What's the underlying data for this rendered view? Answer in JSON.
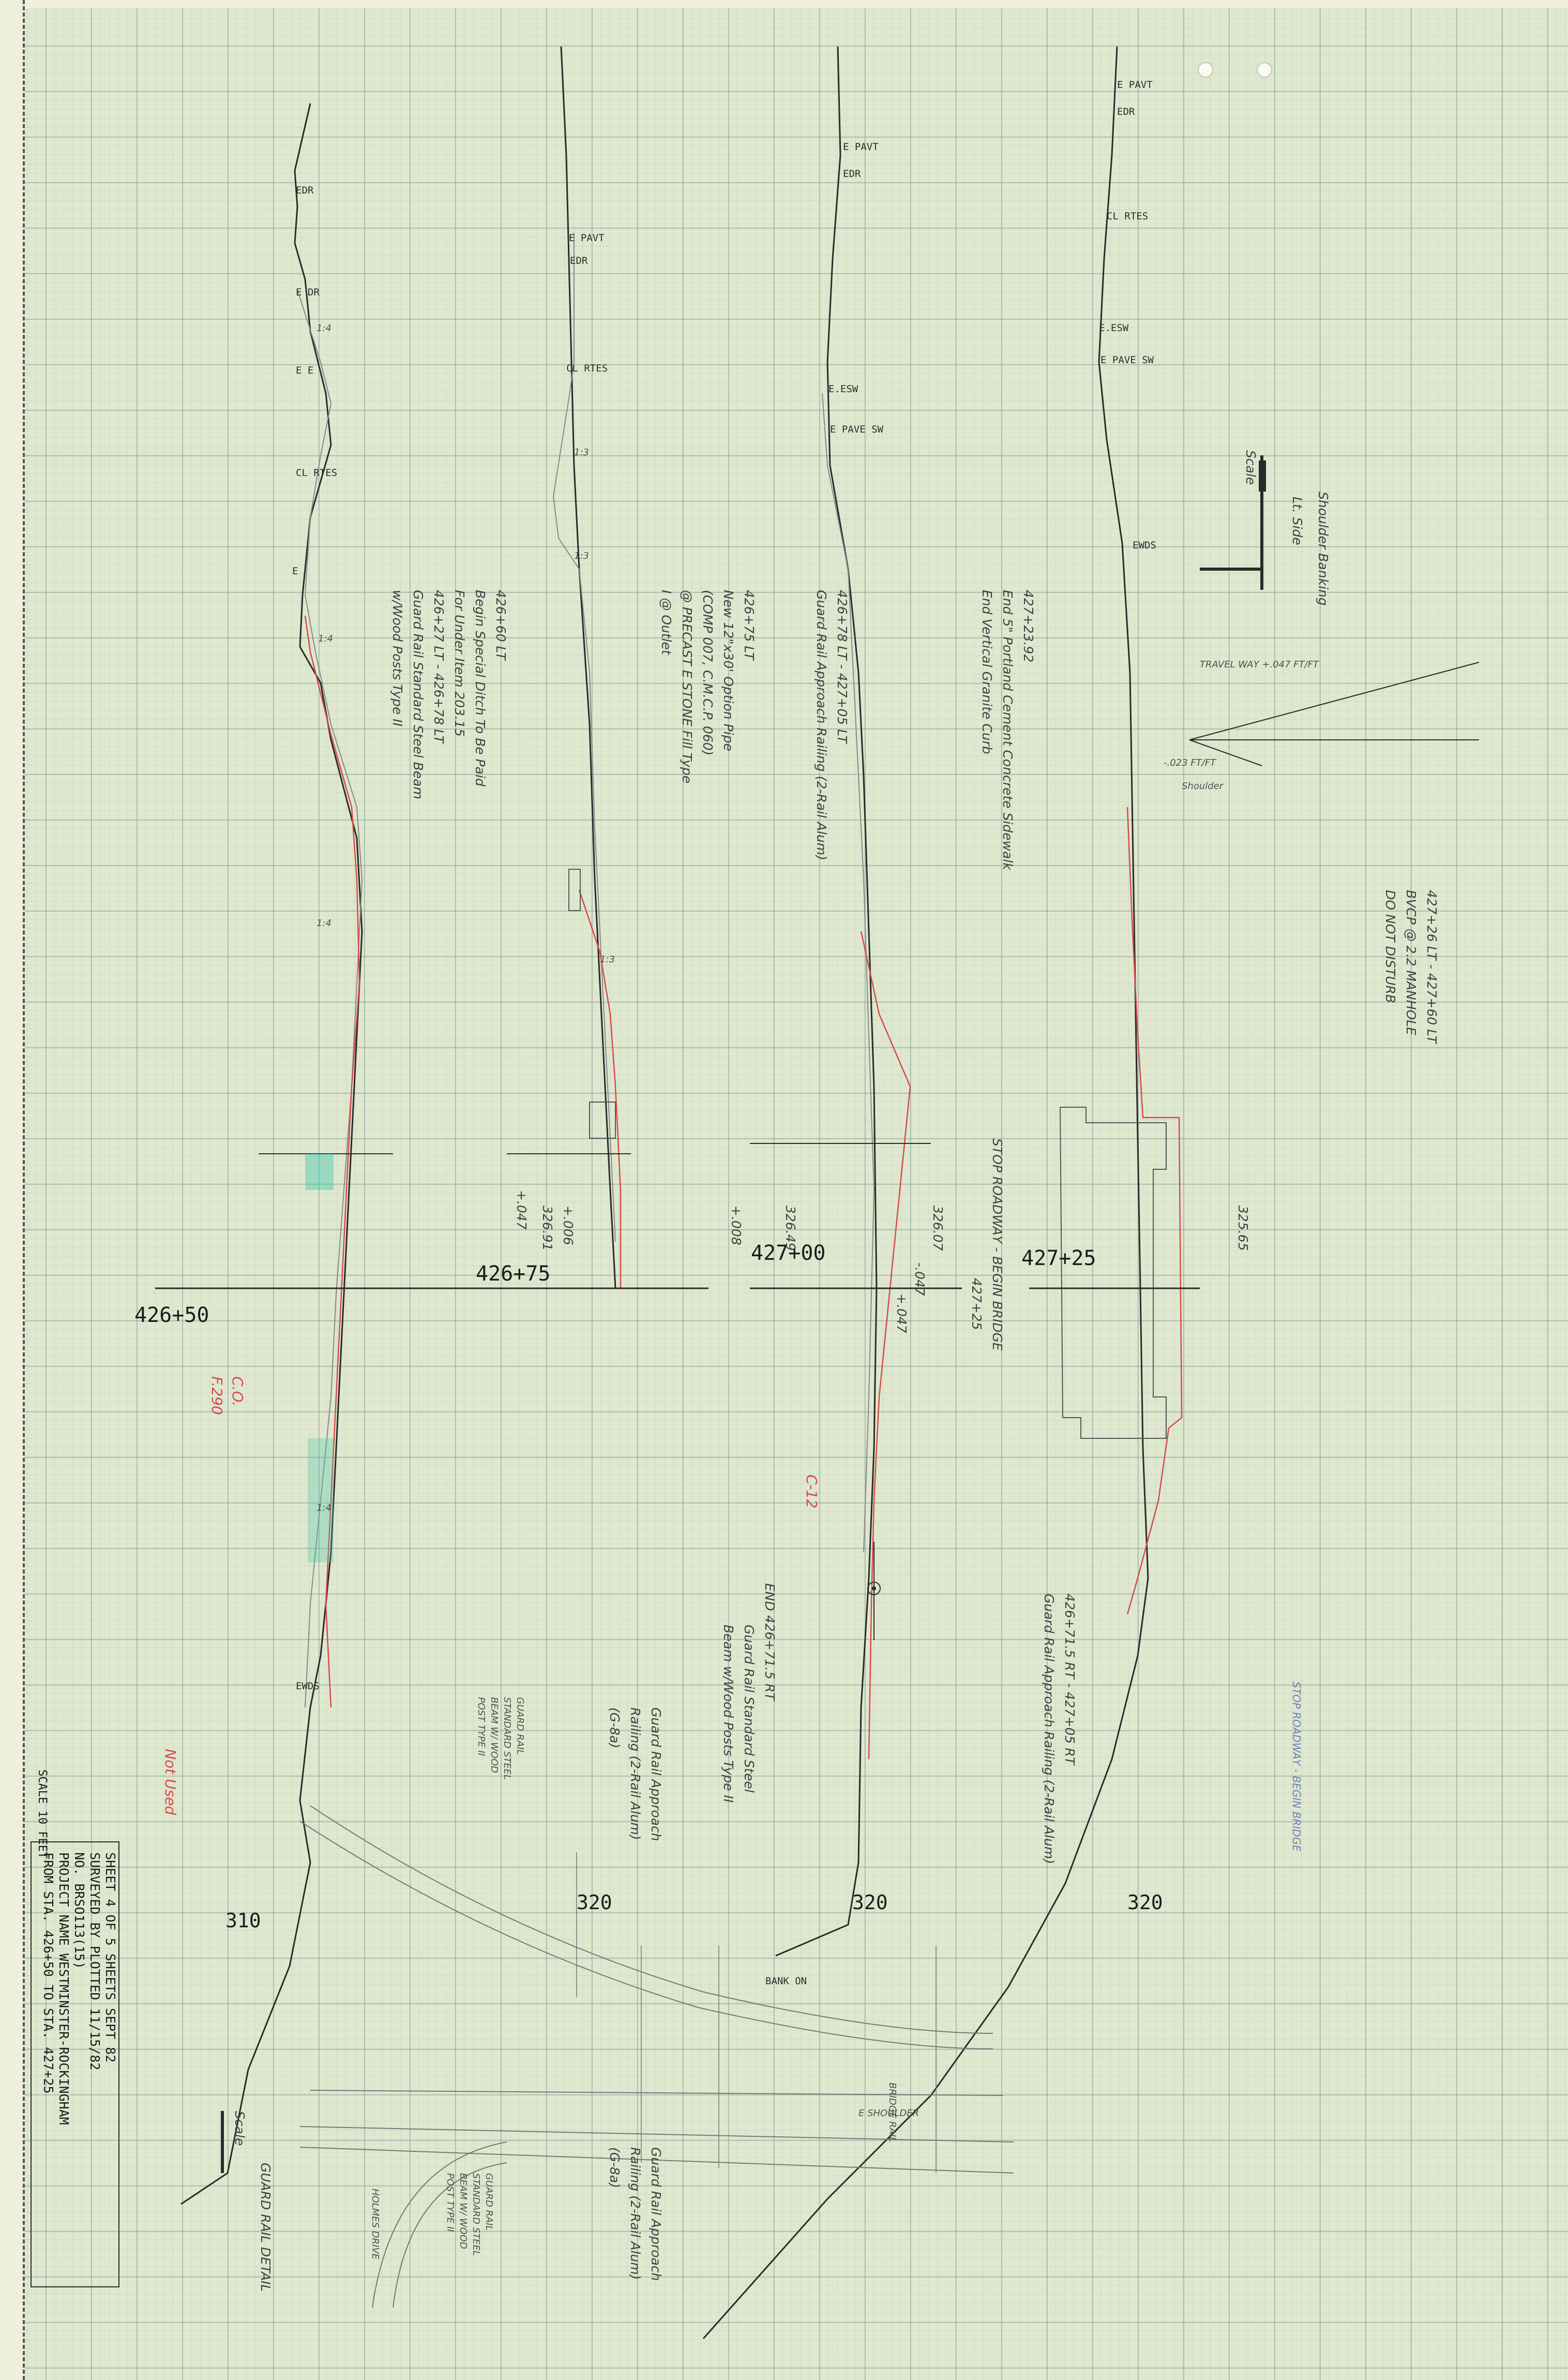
{
  "sections": [
    {
      "station": "426+50",
      "elevation": "310",
      "points": [
        "EDR",
        "E DR",
        "E E",
        "CL RTES",
        "E",
        "EWDS"
      ]
    },
    {
      "station": "426+75",
      "elevation": "320",
      "points": [
        "E PAVT",
        "EDR",
        "CL RTES"
      ]
    },
    {
      "station": "427+00",
      "elevation": "320",
      "points": [
        "E PAVT",
        "EDR",
        "E.ESW",
        "E PAVE SW",
        "BANK ON"
      ]
    },
    {
      "station": "427+25",
      "elevation": "320",
      "points": [
        "E PAVT",
        "EDR",
        "CL RTES",
        "E.ESW",
        "E PAVE SW",
        "EWDS"
      ]
    }
  ],
  "notes": {
    "s1_a": "426+60 LT",
    "s1_b": "Begin Special Ditch To Be Paid",
    "s1_c": "For Under Item 203.15",
    "s1_d": "426+27 LT - 426+78 LT",
    "s1_e": "Guard Rail Standard Steel Beam",
    "s1_f": "w/Wood Posts Type II",
    "s2_a": "426+75 LT",
    "s2_b": "New 12\"x30' Option Pipe",
    "s2_c": "(COMP 007, C.M.C.P. 060)",
    "s2_d": "@ PRECAST E STONE Fill Type",
    "s2_e": "I @ Outlet",
    "s3_a": "426+78 LT - 427+05 LT",
    "s3_b": "Guard Rail Approach Railing (2-Rail Alum)",
    "s4_a": "427+23.92",
    "s4_b": "End 5\" Portland Cement Concrete Sidewalk",
    "s4_c": "End Vertical Granite Curb",
    "s5_a": "427+26 LT - 427+60 LT",
    "s5_b": "BVCP @ 2.2 MANHOLE",
    "s5_c": "DO NOT DISTURB",
    "stop": "STOP ROADWAY - BEGIN BRIDGE",
    "end_a": "END 426+71.5 RT",
    "end_b": "Guard Rail Standard Steel",
    "end_c": "Beam w/Wood Posts Type II",
    "gra_a": "Guard Rail Approach",
    "gra_b": "Railing (2-Rail Alum)",
    "gra_c": "(G-8a)",
    "grb_a": "426+71.5 RT - 427+05 RT",
    "grb_b": "Guard Rail Approach Railing (2-Rail Alum)",
    "grs_a": "GUARD RAIL",
    "grs_b": "STANDARD STEEL",
    "grs_c": "BEAM W/ WOOD",
    "grs_d": "POST TYPE II",
    "banking_a": "Shoulder Banking",
    "banking_b": "Lt. Side",
    "scale_word": "Scale",
    "travel_way": "TRAVEL WAY +.047 FT/FT",
    "shoulder_slope": "-.023 FT/FT",
    "shoulder_word": "Shoulder",
    "bridge_rail": "BRIDGE RAIL",
    "e_shoulder": "E SHOULDER",
    "detail_title": "GUARD RAIL DETAIL",
    "holmes_drive": "HOLMES DRIVE",
    "cl_mark": "C-12",
    "red_note": "F.290",
    "red_co": "C.O.",
    "red_side": "Not Used"
  },
  "elevations": {
    "e1": "326.91",
    "e2": "326.49",
    "e3": "326.07",
    "e4": "325.65"
  },
  "offsets": {
    "a": "+.006",
    "b": "+.047",
    "c": "-.047",
    "d": "+.008",
    "e": "+.047"
  },
  "title_block": {
    "line1": "FROM STA. 426+50  TO STA. 427+25",
    "line2": "PROJECT NAME WESTMINSTER-ROCKINGHAM",
    "line3": "NO. BRSO113(15)",
    "line4": "SURVEYED BY  PLOTTED 11/15/82",
    "line5": "SHEET 4 OF 5 SHEETS  SEPT 82"
  },
  "scale_label": "SCALE 10 FEET",
  "slope_labels": [
    "1:4",
    "1:4",
    "1:3",
    "1:3",
    "1:3",
    "1:4",
    "1:4"
  ]
}
